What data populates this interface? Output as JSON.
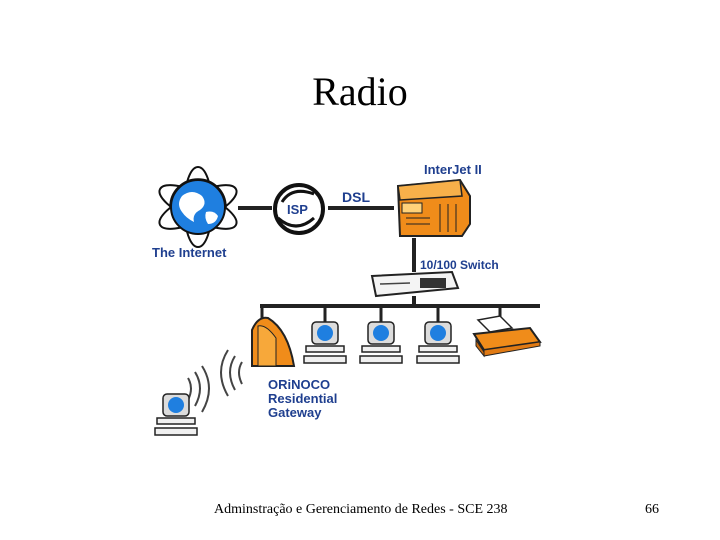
{
  "slide": {
    "title": "Radio",
    "footer": "Adminstração e Gerenciamento de Redes - SCE 238",
    "page_number": "66"
  },
  "diagram": {
    "labels": {
      "internet": "The Internet",
      "isp": "ISP",
      "dsl": "DSL",
      "interjet": "InterJet II",
      "switch": "10/100 Switch",
      "gateway_line1": "ORiNOCO",
      "gateway_line2": "Residential",
      "gateway_line3": "Gateway"
    },
    "colors": {
      "device_orange": "#f08c1a",
      "screen_blue": "#1f7fe0",
      "label_blue": "#1f3f8f",
      "line_dark": "#222222"
    },
    "icons": [
      "globe-icon",
      "isp-icon",
      "router-icon",
      "switch-icon",
      "gateway-icon",
      "computer-icon",
      "printer-icon",
      "wireless-waves-icon"
    ]
  }
}
